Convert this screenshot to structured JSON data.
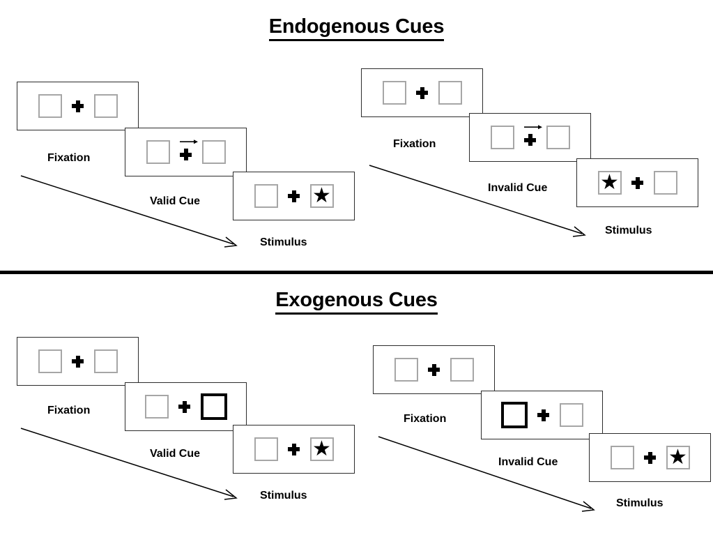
{
  "sections": [
    {
      "id": "endogenous",
      "title": "Endogenous Cues",
      "sequences": [
        {
          "id": "endogenous-valid",
          "panels": [
            {
              "caption": "Fixation",
              "cue": "none",
              "cue_side": "",
              "target": "none",
              "target_side": ""
            },
            {
              "caption": "Valid Cue",
              "cue": "arrow",
              "cue_side": "right",
              "target": "none",
              "target_side": ""
            },
            {
              "caption": "Stimulus",
              "cue": "none",
              "cue_side": "",
              "target": "star",
              "target_side": "right"
            }
          ]
        },
        {
          "id": "endogenous-invalid",
          "panels": [
            {
              "caption": "Fixation",
              "cue": "none",
              "cue_side": "",
              "target": "none",
              "target_side": ""
            },
            {
              "caption": "Invalid Cue",
              "cue": "arrow",
              "cue_side": "right",
              "target": "none",
              "target_side": ""
            },
            {
              "caption": "Stimulus",
              "cue": "none",
              "cue_side": "",
              "target": "star",
              "target_side": "left"
            }
          ]
        }
      ]
    },
    {
      "id": "exogenous",
      "title": "Exogenous Cues",
      "sequences": [
        {
          "id": "exogenous-valid",
          "panels": [
            {
              "caption": "Fixation",
              "cue": "none",
              "cue_side": "",
              "target": "none",
              "target_side": ""
            },
            {
              "caption": "Valid Cue",
              "cue": "box",
              "cue_side": "right",
              "target": "none",
              "target_side": ""
            },
            {
              "caption": "Stimulus",
              "cue": "none",
              "cue_side": "",
              "target": "star",
              "target_side": "right"
            }
          ]
        },
        {
          "id": "exogenous-invalid",
          "panels": [
            {
              "caption": "Fixation",
              "cue": "none",
              "cue_side": "",
              "target": "none",
              "target_side": ""
            },
            {
              "caption": "Invalid Cue",
              "cue": "box",
              "cue_side": "left",
              "target": "none",
              "target_side": ""
            },
            {
              "caption": "Stimulus",
              "cue": "none",
              "cue_side": "",
              "target": "star",
              "target_side": "right"
            }
          ]
        }
      ]
    }
  ],
  "glyphs": {
    "star": "★",
    "fixation_cross": "plus",
    "cue_arrow": "right-arrow-icon"
  },
  "colors": {
    "ink": "#000000",
    "panel_border": "#2b2b2b",
    "placeholder_border": "#a6a6a6",
    "cued_border": "#000000",
    "background": "#ffffff"
  }
}
